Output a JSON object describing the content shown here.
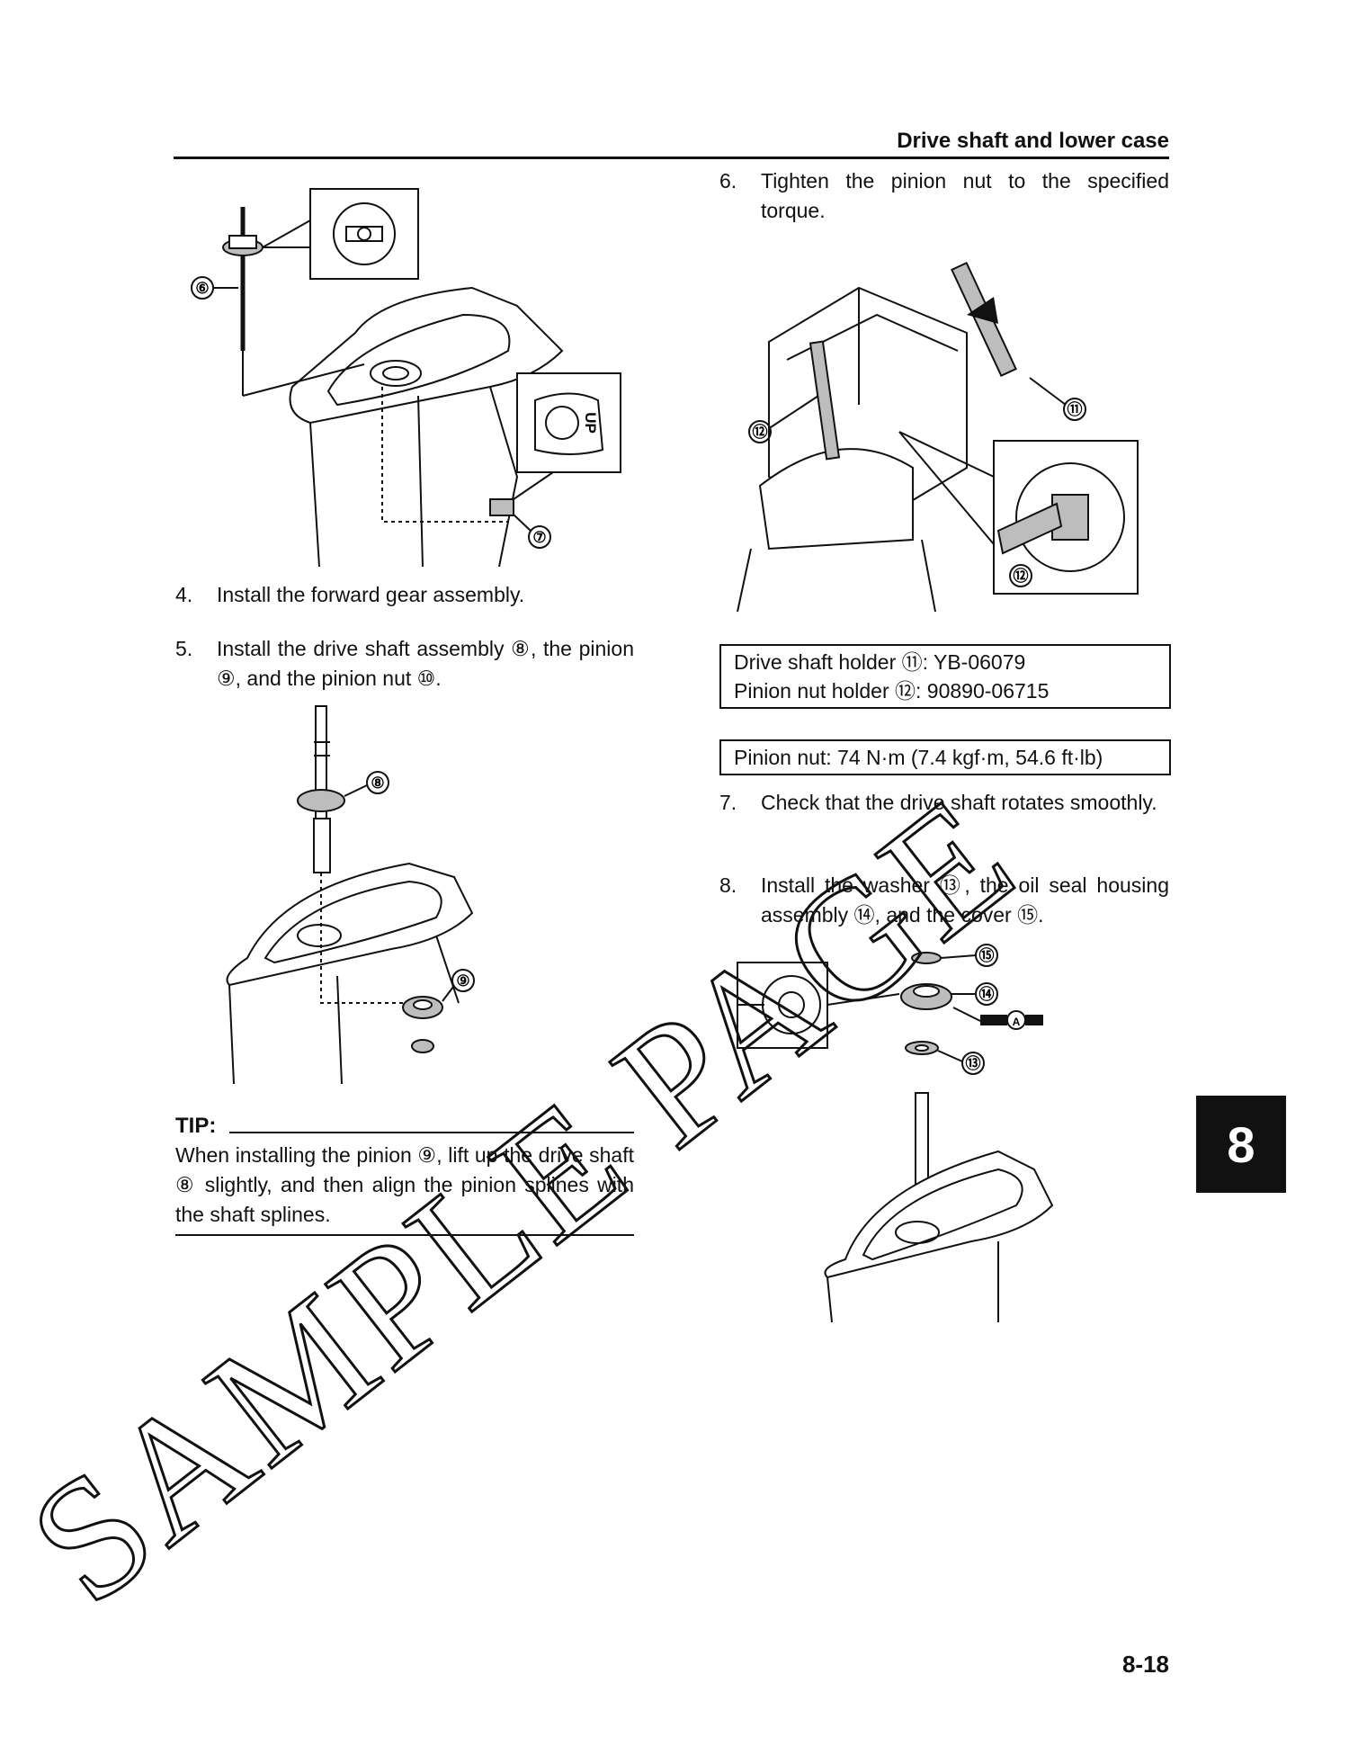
{
  "header": {
    "title": "Drive shaft and lower case"
  },
  "steps": [
    {
      "num": "4.",
      "text": "Install the forward gear assembly."
    },
    {
      "num": "5.",
      "text": "Install the drive shaft assembly ⑧, the pinion ⑨, and the pinion nut ⑩."
    },
    {
      "num": "6.",
      "text": "Tighten the pinion nut to the specified torque."
    },
    {
      "num": "7.",
      "text": "Check that the drive shaft rotates smoothly."
    },
    {
      "num": "8.",
      "text": "Install the washer ⑬, the oil seal housing assembly ⑭, and the cover ⑮."
    }
  ],
  "spec_tools": [
    "Drive shaft holder ⑪: YB-06079",
    "Pinion nut holder ⑫: 90890-06715"
  ],
  "spec_torque": "Pinion nut: 74 N·m (7.4 kgf·m, 54.6 ft·lb)",
  "tip": {
    "title": "TIP:",
    "text": "When installing the pinion ⑨, lift up the drive shaft ⑧ slightly, and then align the pinion splines with the shaft splines."
  },
  "callouts": {
    "c6": "⑥",
    "c7": "⑦",
    "c8": "⑧",
    "c9": "⑨",
    "c11": "⑪",
    "c12a": "⑫",
    "c12b": "⑫",
    "c13": "⑬",
    "c14": "⑭",
    "c15": "⑮",
    "up": "UP",
    "a": "A"
  },
  "chapter_tab": "8",
  "page_number": "8-18",
  "watermark": "SAMPLE PAGE"
}
